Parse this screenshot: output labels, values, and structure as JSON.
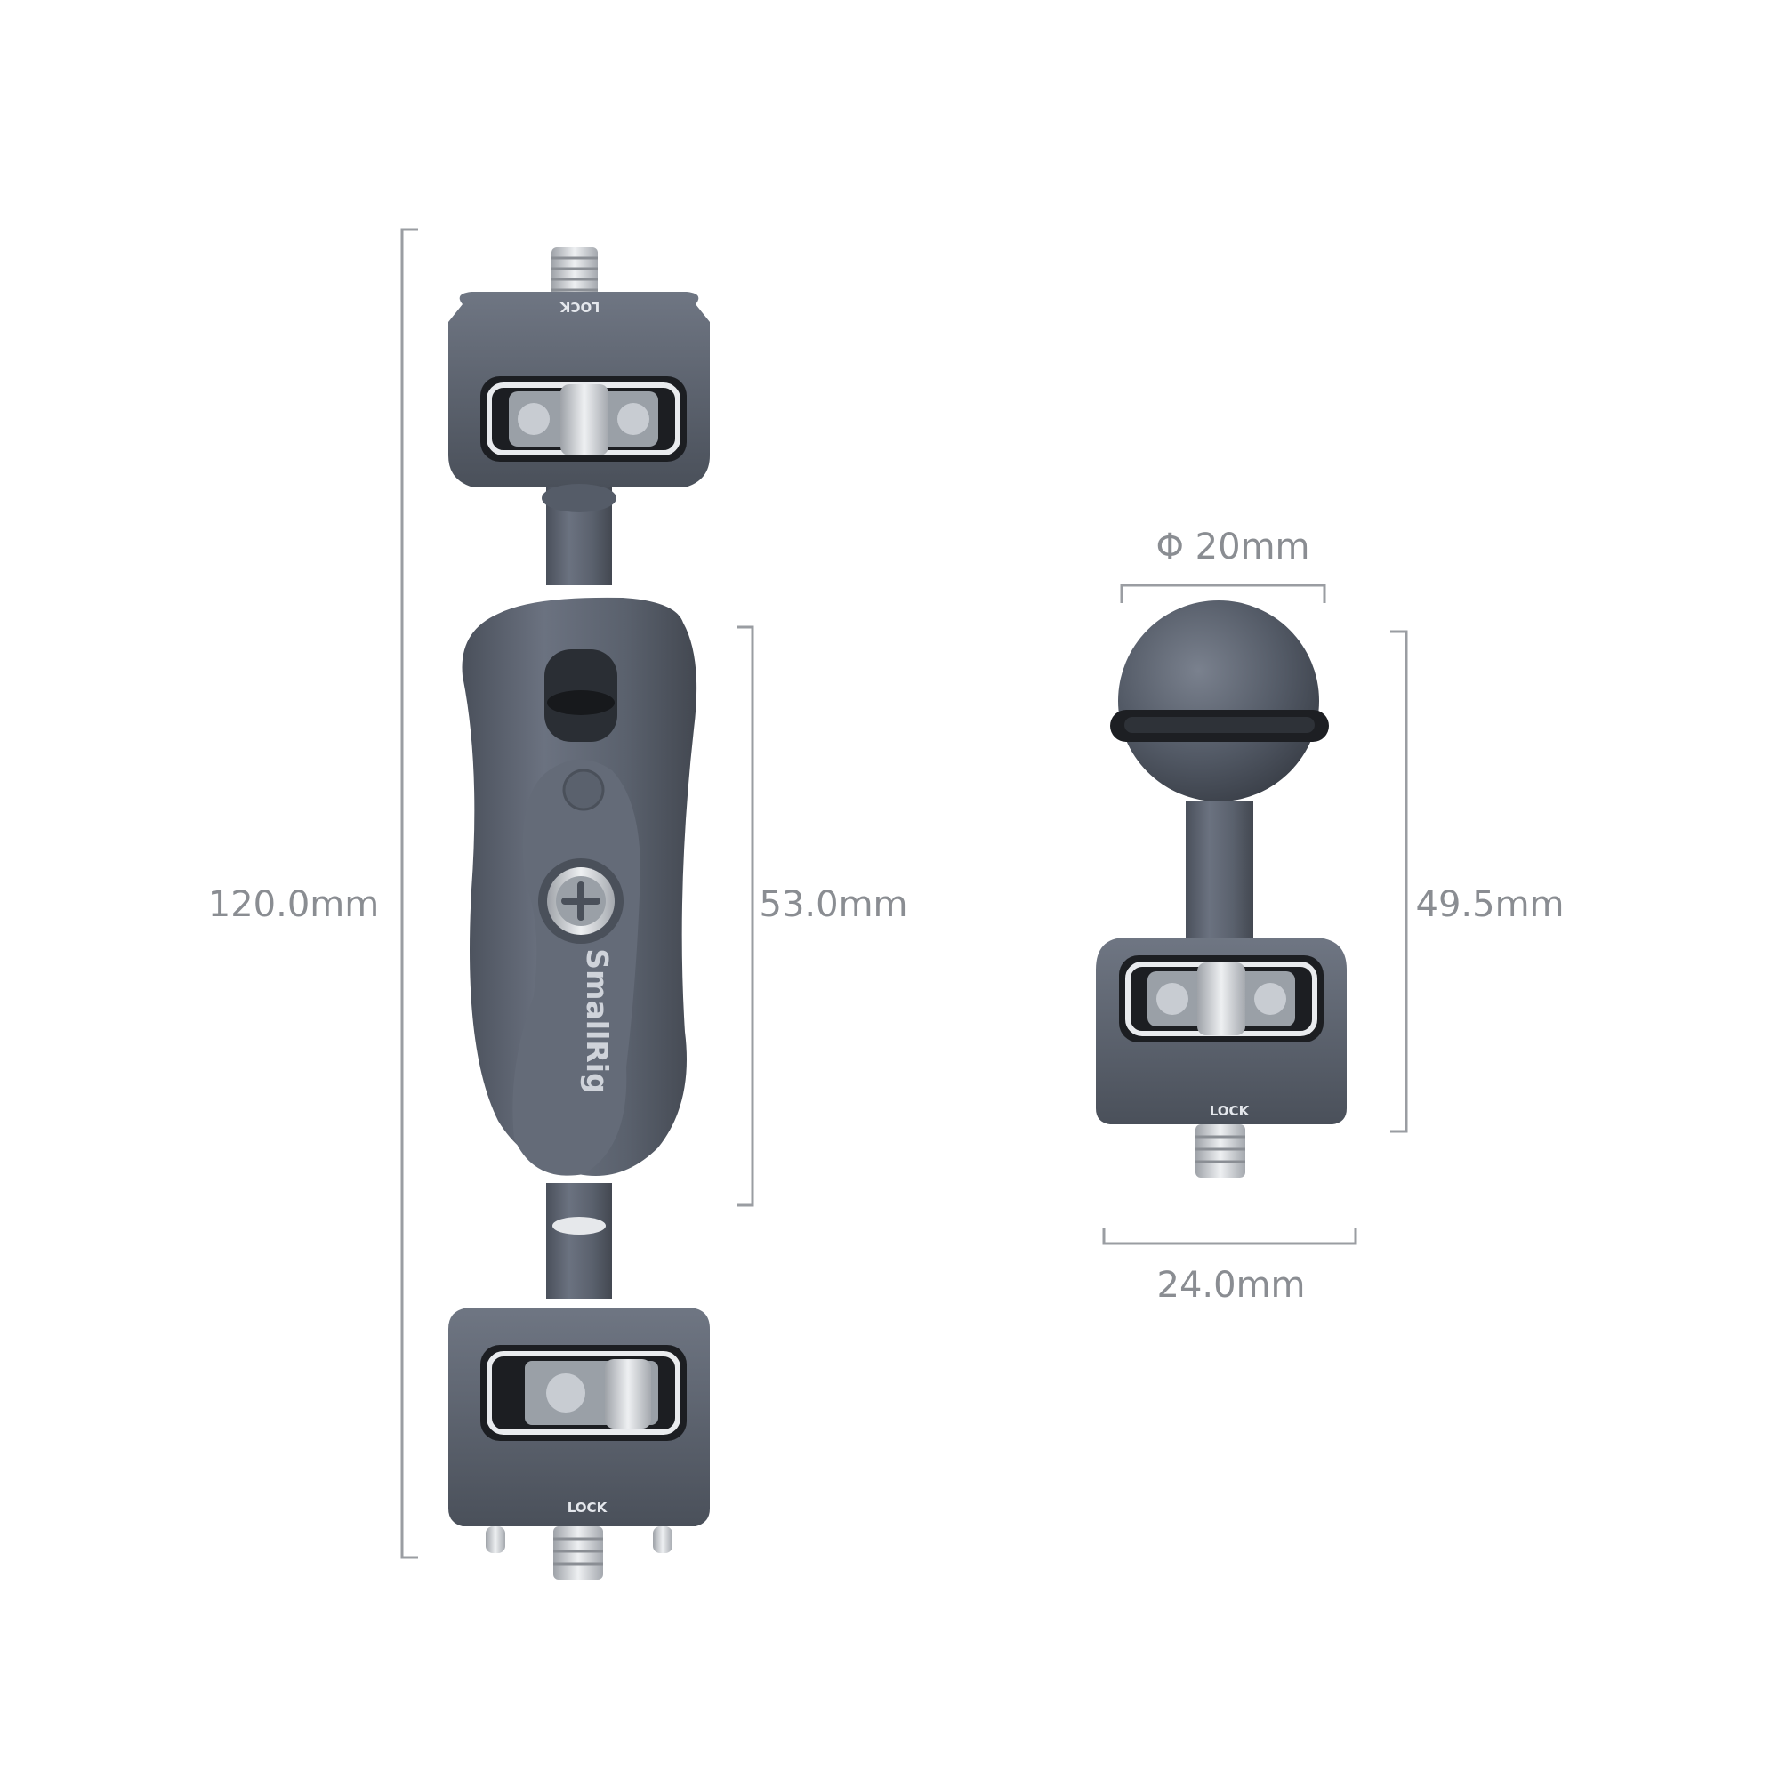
{
  "product": {
    "brand": "SmallRig",
    "lock_label": "LOCK"
  },
  "dimensions": {
    "overall_length": "120.0mm",
    "center_arm_length": "53.0mm",
    "ball_diameter": "Φ 20mm",
    "ball_head_height": "49.5mm",
    "ball_head_width": "24.0mm"
  },
  "colors": {
    "metal": "#5c6370",
    "metal_dark": "#3e434d",
    "metal_light": "#7a818e",
    "dimension_line": "#9a9da2",
    "steel": "#c9ccd1"
  }
}
